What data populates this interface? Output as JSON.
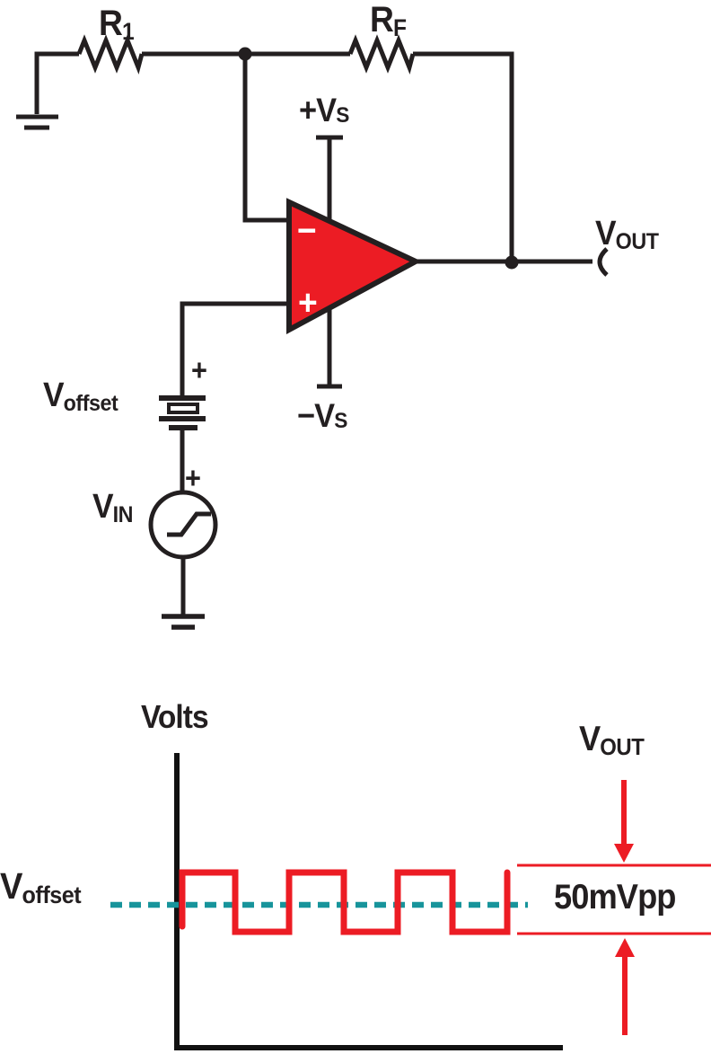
{
  "figure": {
    "background": "#FFFFFF",
    "colors": {
      "line_black": "#231F20",
      "accent_red": "#EC1C24",
      "offset_teal": "#17949B",
      "symbol_white": "#FFFFFF"
    }
  },
  "circuit": {
    "r1_label": {
      "main": "R",
      "sub": "1"
    },
    "rf_label": {
      "main": "R",
      "sub": "F"
    },
    "pos_supply_label": {
      "main": "+V",
      "sub": "S"
    },
    "neg_supply_label": {
      "main": "−V",
      "sub": "S"
    },
    "offset_source_label": {
      "main": "V",
      "sub": "offset"
    },
    "offset_source_polarity": "+",
    "input_source_label": {
      "main": "V",
      "sub": "IN"
    },
    "input_source_polarity": "+",
    "output_label": {
      "main": "V",
      "sub": "OUT"
    },
    "opamp": {
      "inverting_mark": "−",
      "noninverting_mark": "+"
    }
  },
  "graph": {
    "axis_label": "Volts",
    "offset_line_label": {
      "main": "V",
      "sub": "offset"
    },
    "trace_label": {
      "main": "V",
      "sub": "OUT"
    },
    "peak_to_peak": "50mVpp"
  },
  "chart_data": {
    "type": "line",
    "title": "",
    "xlabel": "",
    "ylabel": "Volts",
    "grid": false,
    "legend_position": "none",
    "series": [
      {
        "name": "VOUT",
        "waveform": "square",
        "amplitude_peak_to_peak": "50mVpp",
        "center_level": "Voffset",
        "cycles_visible": 3,
        "color": "#EC1C24"
      },
      {
        "name": "Voffset reference",
        "waveform": "constant-dashed",
        "color": "#17949B"
      }
    ],
    "annotations": [
      "VOUT (arrow callouts)",
      "50mVpp span between reference lines",
      "Voffset dashed level"
    ]
  }
}
